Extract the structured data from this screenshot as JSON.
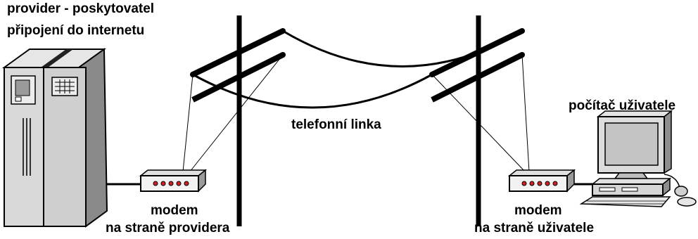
{
  "labels": {
    "provider_line1": "provider - poskytovatel",
    "provider_line2": "připojení do internetu",
    "telephone_line": "telefonní linka",
    "user_computer": "počítač uživatele",
    "modem_left_line1": "modem",
    "modem_left_line2": "na straně providera",
    "modem_right_line1": "modem",
    "modem_right_line2": "na straně uživatele"
  },
  "icons": {
    "server": "server-cabinet-icon",
    "modem": "modem-icon",
    "pole": "telephone-pole-icon",
    "computer": "desktop-computer-icon",
    "mouse": "mouse-icon"
  },
  "colors": {
    "line": "#000000",
    "server_front": "#d6d6d6",
    "server_side": "#7a7a7a",
    "modem_body": "#f2f2f2",
    "modem_led": "#d02020",
    "monitor_screen": "#c8c8c8"
  }
}
